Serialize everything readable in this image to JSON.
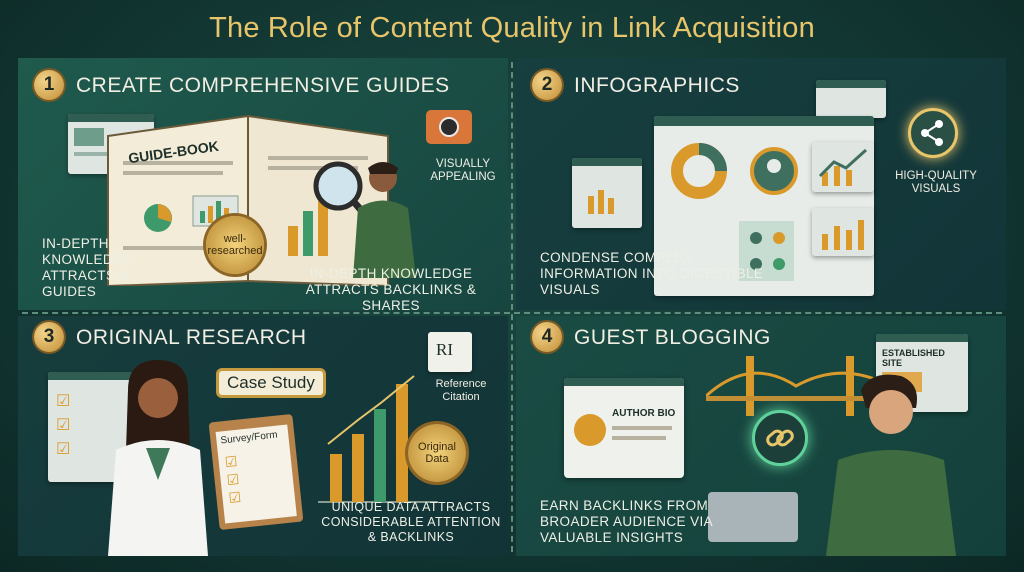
{
  "title": "The Role of Content Quality in Link Acquisition",
  "sections": [
    {
      "number": "1",
      "heading": "CREATE COMPREHENSIVE GUIDES",
      "book_label": "GUIDE-BOOK",
      "seal": "well-researched",
      "callout": "VISUALLY APPEALING",
      "left_caption": "IN-DEPTH KNOWLEDGE ATTRACTS & GUIDES",
      "bottom_caption": "IN-DEPTH KNOWLEDGE ATTRACTS BACKLINKS & SHARES"
    },
    {
      "number": "2",
      "heading": "INFOGRAPHICS",
      "callout": "HIGH-QUALITY VISUALS",
      "caption": "CONDENSE COMPLEX INFORMATION INTO DIGESTIBLE VISUALS"
    },
    {
      "number": "3",
      "heading": "ORIGINAL RESEARCH",
      "badge": "Case Study",
      "clipboard": "Survey/Form",
      "ref_icon_text": "RI",
      "ref_caption": "Reference Citation",
      "seal": "Original Data",
      "caption": "UNIQUE DATA ATTRACTS CONSIDERABLE ATTENTION & BACKLINKS"
    },
    {
      "number": "4",
      "heading": "GUEST BLOGGING",
      "site_label": "ESTABLISHED SITE",
      "bio_label": "AUTHOR BIO",
      "caption": "EARN BACKLINKS FROM BROADER AUDIENCE VIA VALUABLE INSIGHTS"
    }
  ],
  "colors": {
    "accent": "#e8c56a",
    "panel_green": "#1f5a4d",
    "panel_teal": "#173f3f",
    "bar_orange": "#d99a2b",
    "bar_green": "#3f9a6b"
  }
}
